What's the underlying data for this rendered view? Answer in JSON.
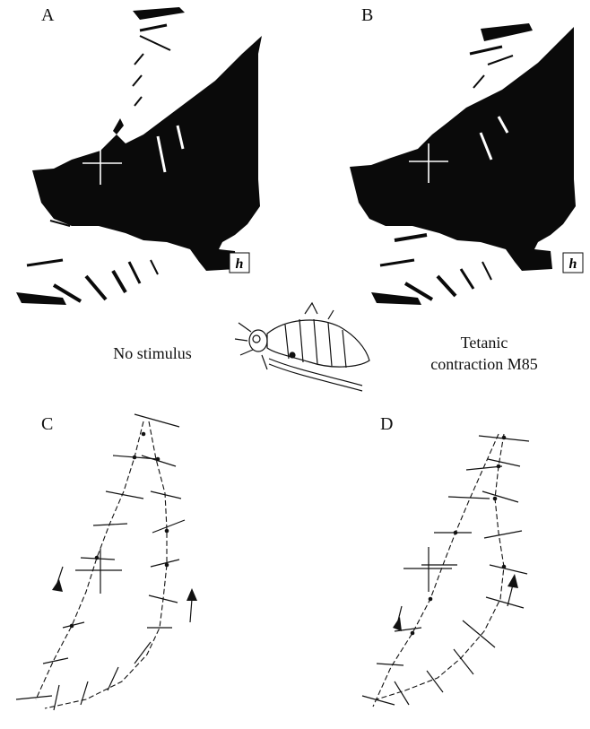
{
  "panels": {
    "a": {
      "label": "A"
    },
    "b": {
      "label": "B"
    },
    "c": {
      "label": "C"
    },
    "d": {
      "label": "D"
    }
  },
  "captions": {
    "left": "No stimulus",
    "right_line1": "Tetanic",
    "right_line2": "contraction M85"
  },
  "marker": {
    "h_label": "h"
  }
}
